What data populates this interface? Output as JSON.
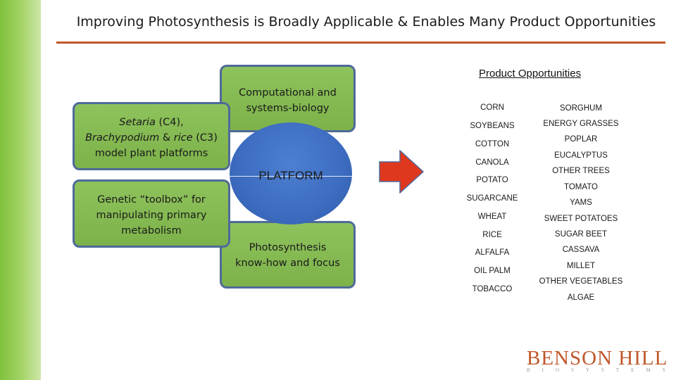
{
  "title": "Improving Photosynthesis is Broadly Applicable & Enables Many Product Opportunities",
  "boxes": {
    "computational": [
      "Computational and",
      "systems-biology"
    ],
    "model_plants": {
      "line1_italic_a": "Setaria",
      "line1_rest": " (C4),",
      "line2_italic": "Brachypodium",
      "line2_mid": " & ",
      "line2_italic_b": "rice",
      "line2_rest": " (C3)",
      "line3": "model plant platforms"
    },
    "toolbox": [
      "Genetic “toolbox” for",
      "manipulating primary",
      "metabolism"
    ],
    "photosynthesis": [
      "Photosynthesis",
      "know-how and focus"
    ]
  },
  "platform_label": "PLATFORM",
  "products": {
    "heading": "Product Opportunities",
    "left_column": [
      "CORN",
      "SOYBEANS",
      "COTTON",
      "CANOLA",
      "POTATO",
      "SUGARCANE",
      "WHEAT",
      "RICE",
      "ALFALFA",
      "OIL PALM",
      "TOBACCO"
    ],
    "right_column": [
      "SORGHUM",
      "ENERGY GRASSES",
      "POPLAR",
      "EUCALYPTUS",
      "OTHER TREES",
      "TOMATO",
      "YAMS",
      "SWEET POTATOES",
      "SUGAR BEET",
      "CASSAVA",
      "MILLET",
      "OTHER VEGETABLES",
      "ALGAE"
    ]
  },
  "logo": {
    "name": "BENSON HILL",
    "tagline": "BIOSYSTEMS"
  },
  "colors": {
    "accent_bar": "#7fc23c",
    "box_fill": "#8ec25c",
    "box_border": "#4e6a9a",
    "platform": "#3d6cc0",
    "arrow": "#e0381e",
    "title_rule": "#c0572a",
    "logo": "#c0572a"
  }
}
